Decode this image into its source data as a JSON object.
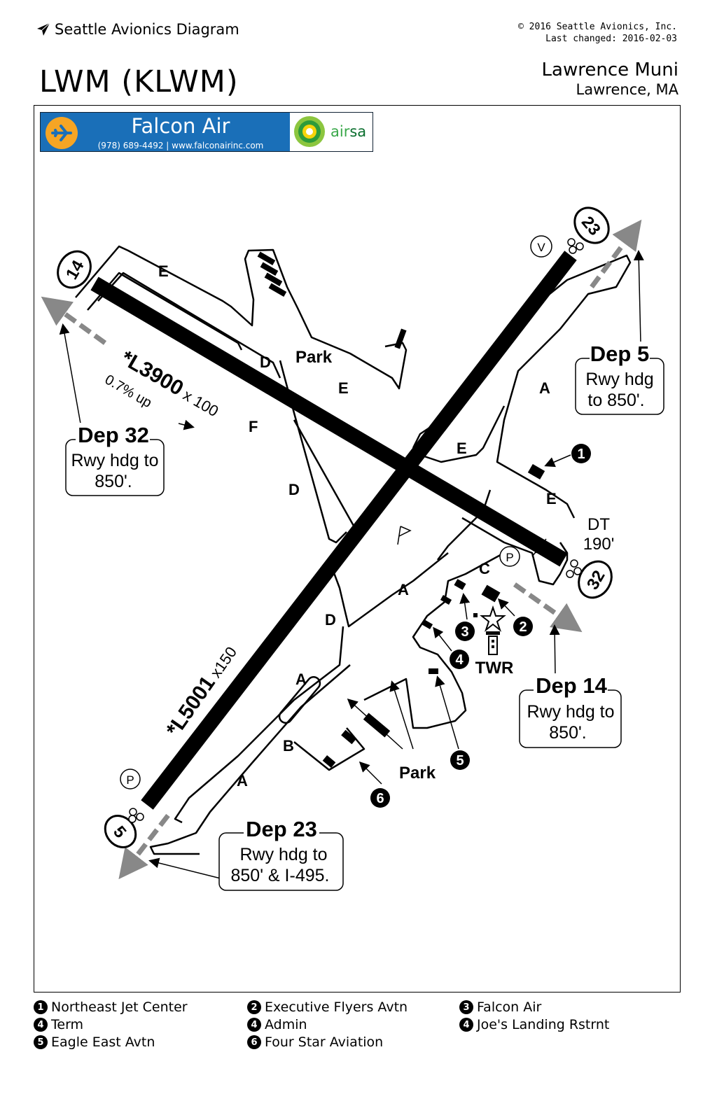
{
  "header": {
    "brand": "Seattle Avionics Diagram",
    "copyright": "© 2016 Seattle Avionics, Inc.",
    "last_changed": "Last changed: 2016-02-03",
    "ident": "LWM (KLWM)",
    "airport_name": "Lawrence Muni",
    "city": "Lawrence, MA"
  },
  "banner": {
    "name": "Falcon Air",
    "contact": "(978) 689-4492 | www.falconairinc.com",
    "partner_prefix": "air",
    "partner_suffix": "sa"
  },
  "diagram": {
    "runways": {
      "rwy14": "14",
      "rwy32": "32",
      "rwy5": "5",
      "rwy23": "23",
      "r1_label": "*L3900",
      "r1_width": " x 100",
      "r1_slope": "0.7% up",
      "r2_label": "*L5001",
      "r2_width": " x150"
    },
    "taxiways": {
      "e1": "E",
      "d1": "D",
      "e2": "E",
      "f": "F",
      "e3": "E",
      "e4": "E",
      "a1": "A",
      "d2": "D",
      "a2": "A",
      "d3": "D",
      "a3": "A",
      "b": "B",
      "a4": "A",
      "c": "C",
      "park1": "Park",
      "park2": "Park"
    },
    "departures": {
      "dep5_title": "Dep 5",
      "dep5_l1": "Rwy hdg",
      "dep5_l2": "to 850'.",
      "dep32_title": "Dep 32",
      "dep32_l1": "Rwy hdg to",
      "dep32_l2": "850'.",
      "dep14_title": "Dep 14",
      "dep14_l1": "Rwy hdg to",
      "dep14_l2": "850'.",
      "dep23_title": "Dep 23",
      "dep23_l1": "Rwy hdg to",
      "dep23_l2": "850' & I-495."
    },
    "dt": "DT",
    "dt_val": "190'",
    "twr": "TWR",
    "v_symbol": "V",
    "p_symbol": "P",
    "markers": {
      "m1": "1",
      "m2": "2",
      "m3": "3",
      "m4": "4",
      "m5": "5",
      "m6": "6"
    }
  },
  "legend": [
    {
      "num": "1",
      "text": "Northeast Jet Center"
    },
    {
      "num": "2",
      "text": "Executive Flyers Avtn"
    },
    {
      "num": "3",
      "text": "Falcon Air"
    },
    {
      "num": "4",
      "text": "Term"
    },
    {
      "num": "4",
      "text": "Admin"
    },
    {
      "num": "4",
      "text": "Joe's Landing Rstrnt"
    },
    {
      "num": "5",
      "text": "Eagle East Avtn"
    },
    {
      "num": "6",
      "text": "Four Star Aviation"
    }
  ]
}
